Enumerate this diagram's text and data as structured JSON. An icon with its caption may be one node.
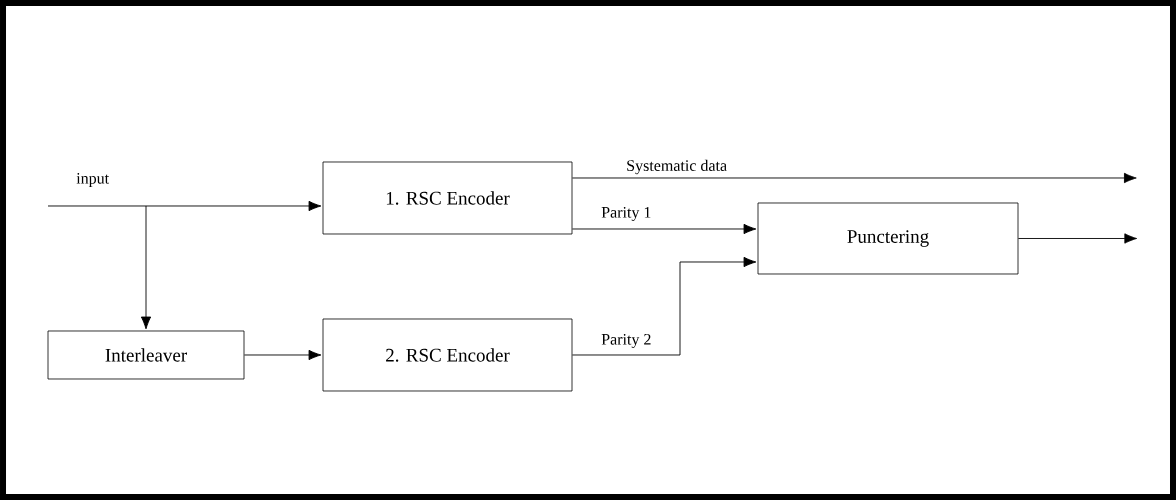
{
  "diagram": {
    "nodes": [
      {
        "text": [
          "1. RSC Encoder"
        ]
      },
      {
        "text": [
          "Interleaver"
        ]
      },
      {
        "text": [
          "2. RSC Encoder"
        ]
      },
      {
        "text": [
          "Punctering"
        ]
      }
    ],
    "edges": [
      {
        "from": null,
        "to": 0,
        "arrow": "to",
        "label": "input"
      },
      {
        "from": null,
        "to": 1,
        "arrow": "to"
      },
      {
        "from": 1,
        "to": 2,
        "arrow": "to"
      },
      {
        "from": 0,
        "to": null,
        "arrow": "to",
        "label": "Systematic data"
      },
      {
        "from": 0,
        "to": 3,
        "arrow": "to",
        "label": "Parity 1"
      },
      {
        "from": 2,
        "to": 3,
        "arrow": "to",
        "label": "Parity 2"
      },
      {
        "from": 3,
        "to": null,
        "arrow": "to"
      }
    ]
  }
}
